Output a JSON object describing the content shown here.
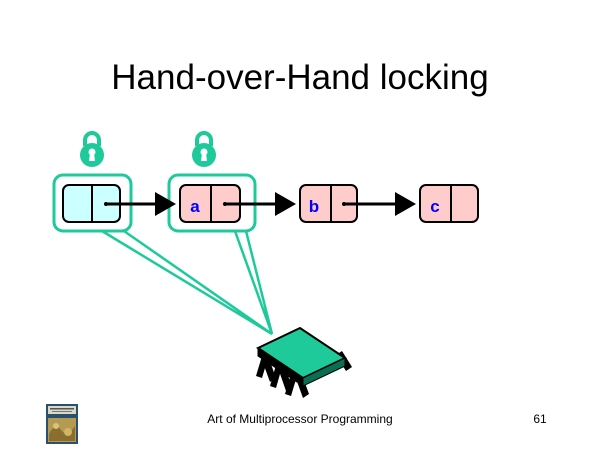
{
  "slide": {
    "title": "Hand-over-Hand locking",
    "footer": "Art of Multiprocessor Programming",
    "page_number": "61"
  },
  "nodes": [
    {
      "label": "",
      "fill": "#ccffff",
      "locked": true
    },
    {
      "label": "a",
      "fill": "#ffcccc",
      "locked": true
    },
    {
      "label": "b",
      "fill": "#ffcccc",
      "locked": false
    },
    {
      "label": "c",
      "fill": "#ffcccc",
      "locked": false
    }
  ],
  "colors": {
    "lock_green": "#1ec99a",
    "label_blue": "#0000ff",
    "node_border": "#000000"
  },
  "icons": [
    "padlock-icon",
    "processor-chip-icon",
    "book-cover-icon"
  ]
}
